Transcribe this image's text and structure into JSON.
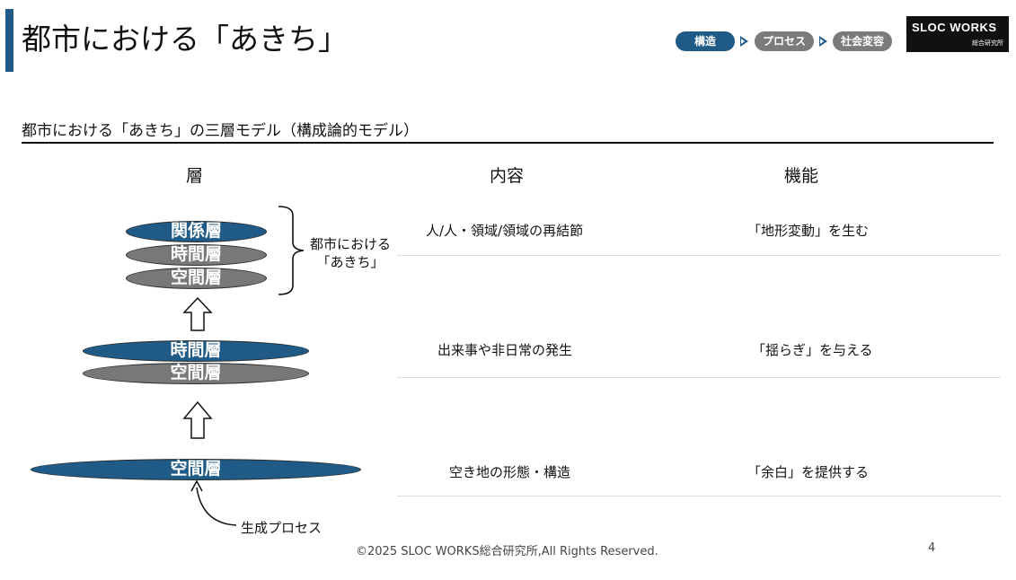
{
  "header": {
    "title": "都市における「あきち」",
    "breadcrumb": [
      "構造",
      "プロセス",
      "社会変容"
    ],
    "logo_main": "SLOC WORKS",
    "logo_sub": "総合研究所"
  },
  "subtitle": "都市における「あきち」の三層モデル（構成論的モデル）",
  "columns": [
    "層",
    "内容",
    "機能"
  ],
  "diagram": {
    "stack_top": [
      "関係層",
      "時間層",
      "空間層"
    ],
    "stack_mid": [
      "時間層",
      "空間層"
    ],
    "stack_bottom": [
      "空間層"
    ],
    "bracket_label_line1": "都市における",
    "bracket_label_line2": "「あきち」",
    "process_label": "生成プロセス"
  },
  "rows": [
    {
      "content": "人/人・領域/領域の再結節",
      "function": "「地形変動」を生む"
    },
    {
      "content": "出来事や非日常の発生",
      "function": "「揺らぎ」を与える"
    },
    {
      "content": "空き地の形態・構造",
      "function": "「余白」を提供する"
    }
  ],
  "footer": {
    "copyright": "©2025 SLOC WORKS総合研究所,All Rights Reserved.",
    "page": "4"
  },
  "colors": {
    "accent": "#1f5b86",
    "gray": "#787878"
  }
}
